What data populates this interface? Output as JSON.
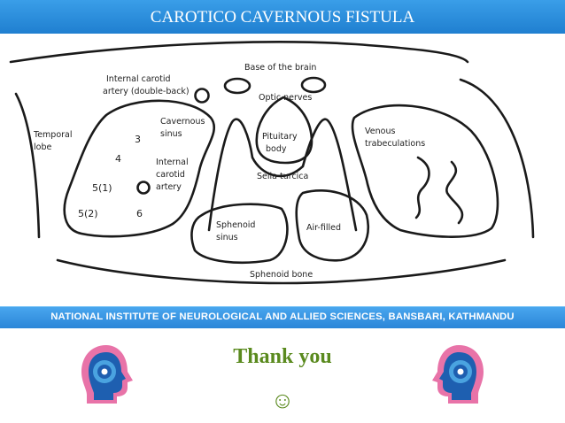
{
  "slide": {
    "title": "CAROTICO CAVERNOUS FISTULA",
    "institute": "NATIONAL INSTITUTE OF NEUROLOGICAL AND ALLIED SCIENCES, BANSBARI, KATHMANDU",
    "thanks": "Thank you",
    "smiley": "☺"
  },
  "diagram": {
    "labels": {
      "base_of_brain": "Base of the brain",
      "ica_line1": "Internal carotid",
      "ica_line2": "artery (double-back)",
      "optic_nerves": "Optic nerves",
      "temporal_line1": "Temporal",
      "temporal_line2": "lobe",
      "cav_line1": "Cavernous",
      "cav_line2": "sinus",
      "pit_line1": "Pituitary",
      "pit_line2": "body",
      "venous_line1": "Venous",
      "venous_line2": "trabeculations",
      "ica2_line1": "Internal",
      "ica2_line2": "carotid",
      "ica2_line3": "artery",
      "sella": "Sella turcica",
      "sph_sinus_line1": "Sphenoid",
      "sph_sinus_line2": "sinus",
      "air_filled": "Air-filled",
      "sphenoid_bone": "Sphenoid bone"
    },
    "nerve_numbers": {
      "n3": "3",
      "n4": "4",
      "n51": "5(1)",
      "n52": "5(2)",
      "n6": "6"
    }
  },
  "colors": {
    "title_bar": "#2a8fe0",
    "institute_bar": "#3b98e6",
    "thanks_text": "#5a8a1e",
    "logo_pink": "#e873a8",
    "logo_blue": "#1e5fb0"
  }
}
